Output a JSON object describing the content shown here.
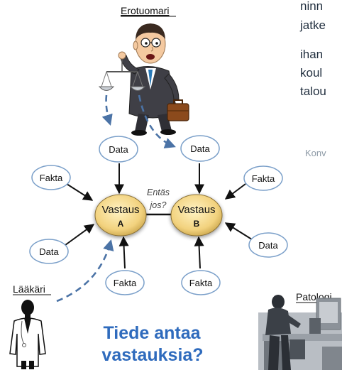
{
  "roles": {
    "judge": "Erotuomari",
    "doctor": "Lääkäri",
    "pathologist": "Patologi"
  },
  "nodes": {
    "data_top_left": "Data",
    "data_top_right": "Data",
    "fakta_left": "Fakta",
    "fakta_right": "Fakta",
    "data_left": "Data",
    "data_right": "Data",
    "fakta_bottom_left": "Fakta",
    "fakta_bottom_right": "Fakta"
  },
  "answers": {
    "a_title": "Vastaus",
    "a_letter": "A",
    "b_title": "Vastaus",
    "b_letter": "B",
    "link_line1": "Entäs",
    "link_line2": "jos?"
  },
  "headline": {
    "line1": "Tiede antaa",
    "line2": "vastauksia?"
  },
  "side_text": {
    "lines": [
      "ninn",
      "jatke",
      "ihan",
      "koul",
      "talou"
    ],
    "caption": "Konv"
  },
  "colors": {
    "node_border": "#7a9fc9",
    "answer_fill": "#f5d78a",
    "dashed_arrow": "#4b73a6",
    "headline": "#2f6bbd"
  }
}
